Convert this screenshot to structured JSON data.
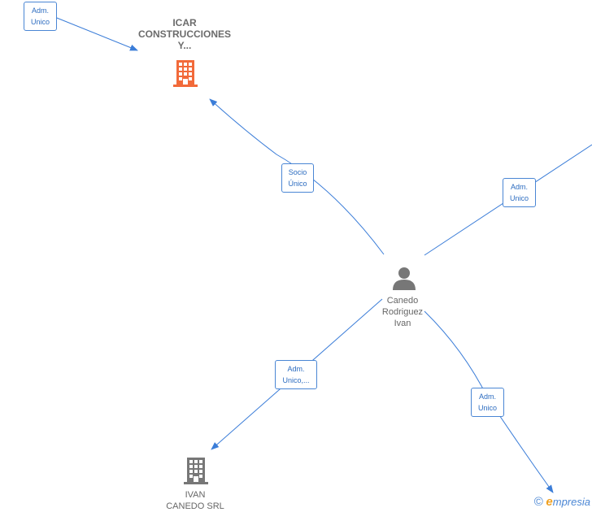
{
  "nodes": {
    "icar": {
      "lines": [
        "ICAR",
        "CONSTRUCCIONES",
        "Y..."
      ],
      "icon": "building-icon",
      "color": "#f26a3a"
    },
    "person": {
      "lines": [
        "Canedo",
        "Rodriguez",
        "Ivan"
      ],
      "icon": "person-icon",
      "color": "#777777"
    },
    "ivan_srl": {
      "lines": [
        "IVAN",
        "CANEDO SRL"
      ],
      "icon": "building-icon",
      "color": "#777777"
    }
  },
  "edges": {
    "top_left": {
      "lines": [
        "Adm.",
        "Unico"
      ]
    },
    "socio": {
      "lines": [
        "Socio",
        "Único"
      ]
    },
    "right_top": {
      "lines": [
        "Adm.",
        "Unico"
      ]
    },
    "bottom_left": {
      "lines": [
        "Adm.",
        "Unico,..."
      ]
    },
    "bottom_right": {
      "lines": [
        "Adm.",
        "Unico"
      ]
    }
  },
  "colors": {
    "edge": "#3b7dd8",
    "label_border": "#4a86d4",
    "label_text": "#2c6cc0"
  },
  "watermark": {
    "copyright": "©",
    "brand_initial": "e",
    "brand_rest": "mpresia"
  }
}
